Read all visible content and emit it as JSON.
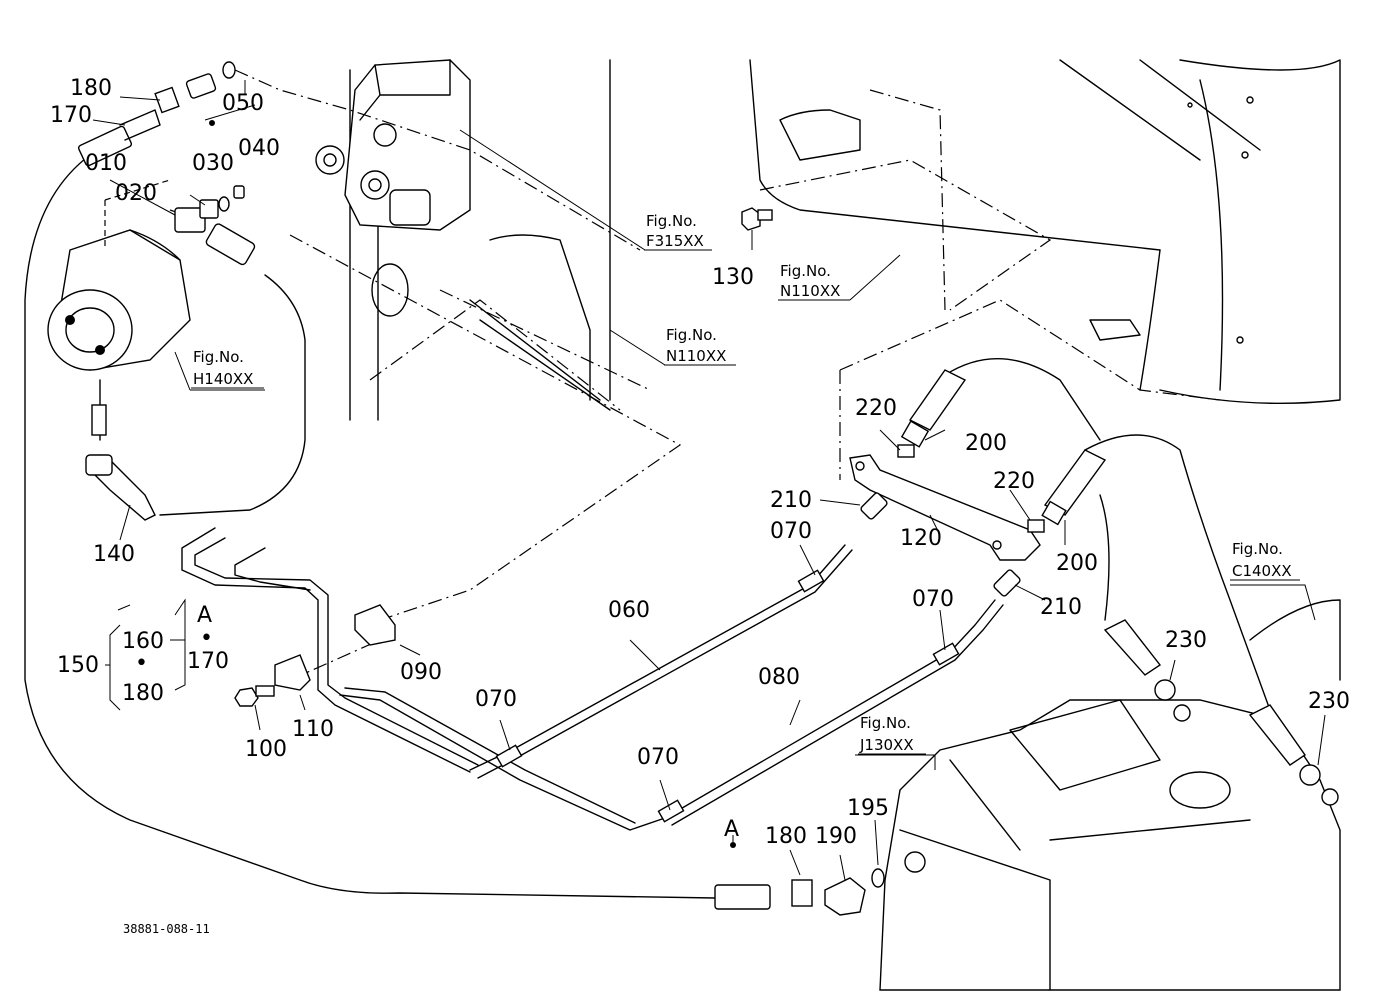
{
  "figure_refs": [
    {
      "line1": "Fig.No.",
      "line2": "F315XX"
    },
    {
      "line1": "Fig.No.",
      "line2": "N110XX"
    },
    {
      "line1": "Fig.No.",
      "line2": "N110XX"
    },
    {
      "line1": "Fig.No.",
      "line2": "H140XX"
    },
    {
      "line1": "Fig.No.",
      "line2": "C140XX"
    },
    {
      "line1": "Fig.No.",
      "line2": "J130XX"
    }
  ],
  "labels": {
    "p010": "010",
    "p020": "020",
    "p030": "030",
    "p040": "040",
    "p050": "050",
    "p060": "060",
    "p070a": "070",
    "p070b": "070",
    "p070c": "070",
    "p070d": "070",
    "p080": "080",
    "p090": "090",
    "p100": "100",
    "p110": "110",
    "p120": "120",
    "p130": "130",
    "p140": "140",
    "p150": "150",
    "p160": "160",
    "p170a": "170",
    "p170b": "170",
    "p180a": "180",
    "p180b": "180",
    "p180c": "180",
    "p190": "190",
    "p195": "195",
    "p200a": "200",
    "p200b": "200",
    "p210a": "210",
    "p210b": "210",
    "p220a": "220",
    "p220b": "220",
    "p230a": "230",
    "p230b": "230",
    "refA1": "A",
    "refA2": "A",
    "dot1": "•",
    "dot2": "•"
  },
  "drawing_code": "38881-088-11"
}
